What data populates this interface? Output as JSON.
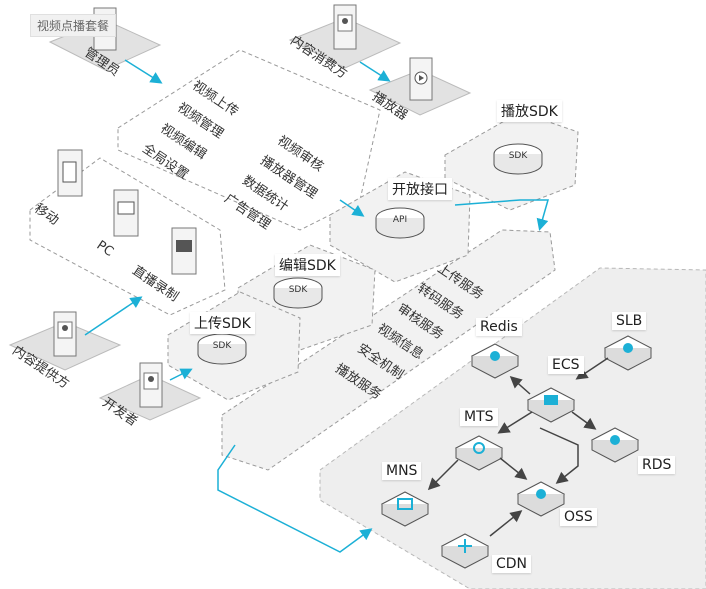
{
  "title": "视频点播套餐",
  "roles": {
    "admin": "管理员",
    "consumer": "内容消费方",
    "player": "播放器",
    "provider": "内容提供方",
    "developer": "开发者"
  },
  "console_features": [
    "视频上传",
    "视频管理",
    "视频编辑",
    "全局设置",
    "视频审核",
    "播放器管理",
    "数据统计",
    "广告管理"
  ],
  "clients": {
    "mobile": "移动",
    "pc": "PC",
    "live": "直播录制"
  },
  "sdk": {
    "play_sdk": "播放SDK",
    "open_api": "开放接口",
    "edit_sdk": "编辑SDK",
    "upload_sdk": "上传SDK",
    "disk_sdk": "SDK",
    "disk_api": "API"
  },
  "services": [
    "上传服务",
    "转码服务",
    "审核服务",
    "视频信息",
    "安全机制",
    "播放服务"
  ],
  "cloud": {
    "redis": "Redis",
    "slb": "SLB",
    "ecs": "ECS",
    "mts": "MTS",
    "rds": "RDS",
    "mns": "MNS",
    "oss": "OSS",
    "cdn": "CDN"
  },
  "colors": {
    "arrow": "#1cb0d6",
    "zone": "#eeeeee",
    "border": "#9a9a9a",
    "box_top": "#ffffff",
    "icon": "#1cb0d6",
    "dark_arrow": "#444444"
  }
}
